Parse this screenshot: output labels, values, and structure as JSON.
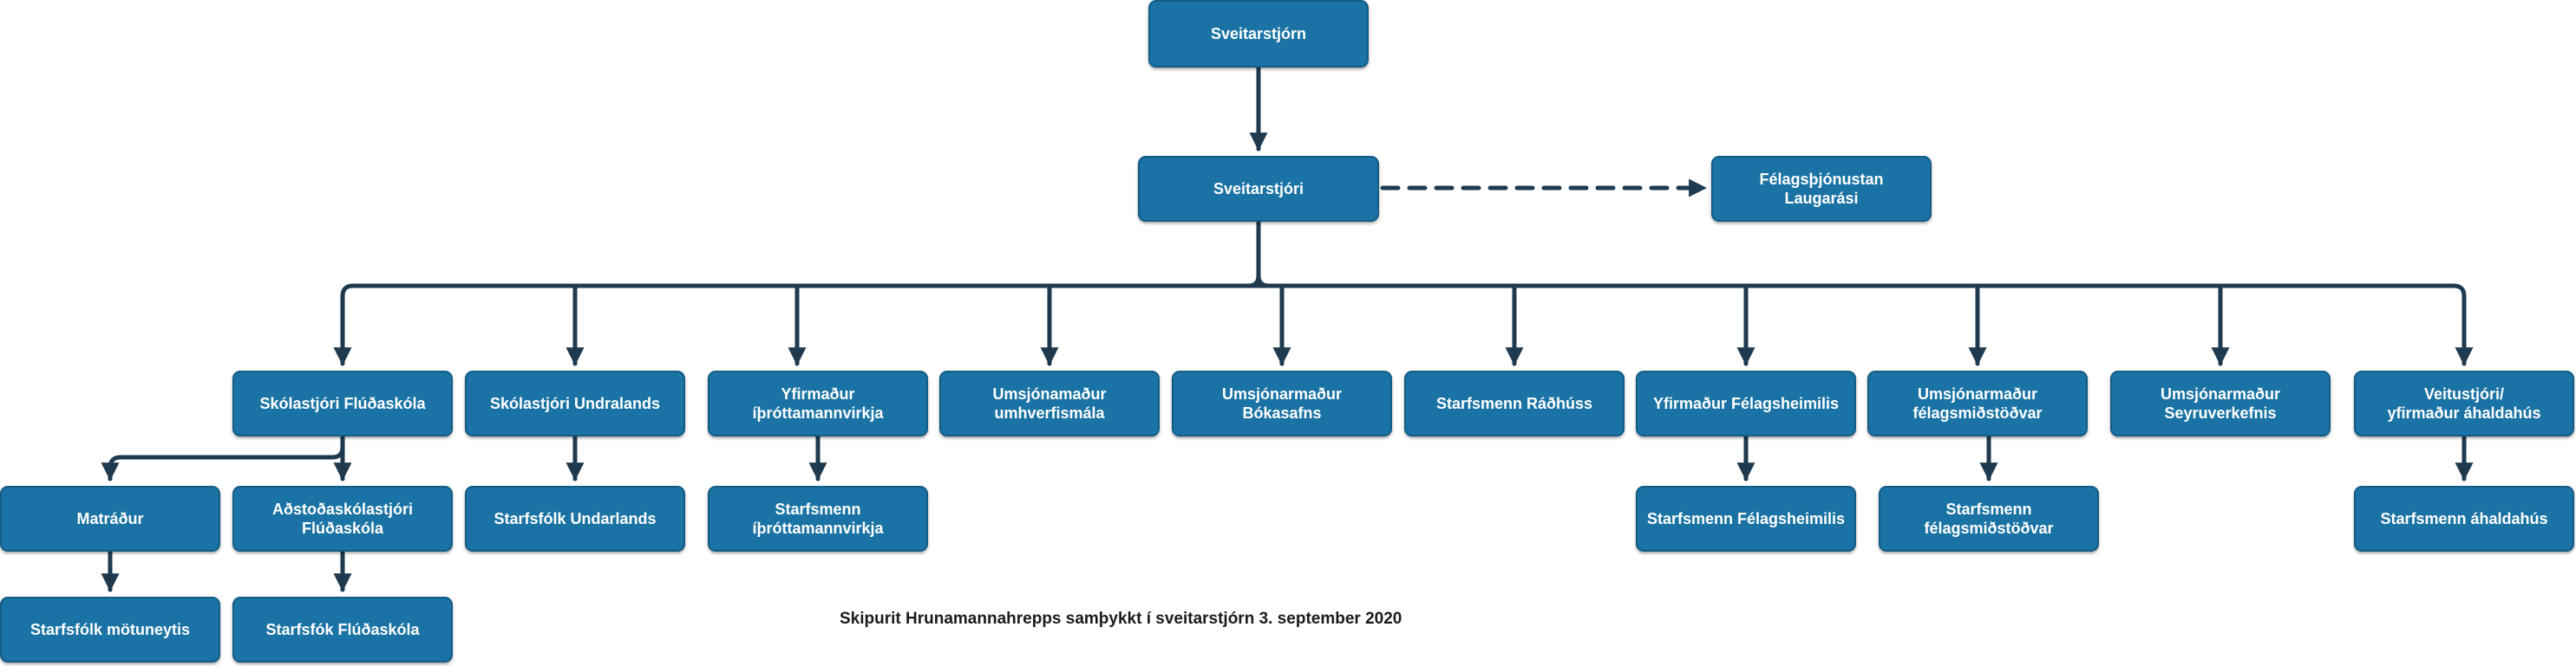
{
  "nodes": {
    "sveitarstjorn": "Sveitarstjórn",
    "sveitarstjori": "Sveitarstjóri",
    "felagsthjonustan": "Félagsþjónustan\nLaugarási",
    "skolastjori_fluda": "Skólastjóri Flúðaskóla",
    "skolastjori_undra": "Skólastjóri Undralands",
    "yfirmadur_ithrott": "Yfirmaður íþróttamannvirkja",
    "umsjon_umhverfis": "Umsjónamaður\numhverfismála",
    "umsjon_bokasafns": "Umsjónarmaður\nBókasafns",
    "starfsmenn_radhuss": "Starfsmenn Ráðhúss",
    "yfirmadur_felagsh": "Yfirmaður Félagsheimilis",
    "umsjon_felagsmid": "Umsjónarmaður\nfélagsmiðstöðvar",
    "umsjon_seyru": "Umsjónarmaður\nSeyruverkefnis",
    "veitustjori": "Veitustjóri/\nyfirmaður áhaldahús",
    "matradur": "Matráður",
    "adstodarskola": "Aðstoðaskólastjóri\nFlúðaskóla",
    "starfsfolk_undra": "Starfsfólk Undarlands",
    "starfsmenn_ithrott": "Starfsmenn íþróttamannvirkja",
    "starfsmenn_felagsh": "Starfsmenn Félagsheimilis",
    "starfsmenn_felagsm": "Starfsmenn\nfélagsmiðstöðvar",
    "starfsmenn_ahald": "Starfsmenn áhaldahús",
    "starfsfolk_motun": "Starfsfólk mötuneytis",
    "starfsfok_fluda": "Starfsfók Flúðaskóla"
  },
  "caption": "Skipurit Hrunamannahrepps samþykkt í sveitarstjórn 3. september 2020",
  "colors": {
    "node_fill": "#1a73a4",
    "node_border": "#135c86",
    "node_text": "#ffffff",
    "connector": "#1f3a4f",
    "caption": "#1b1b1b"
  }
}
